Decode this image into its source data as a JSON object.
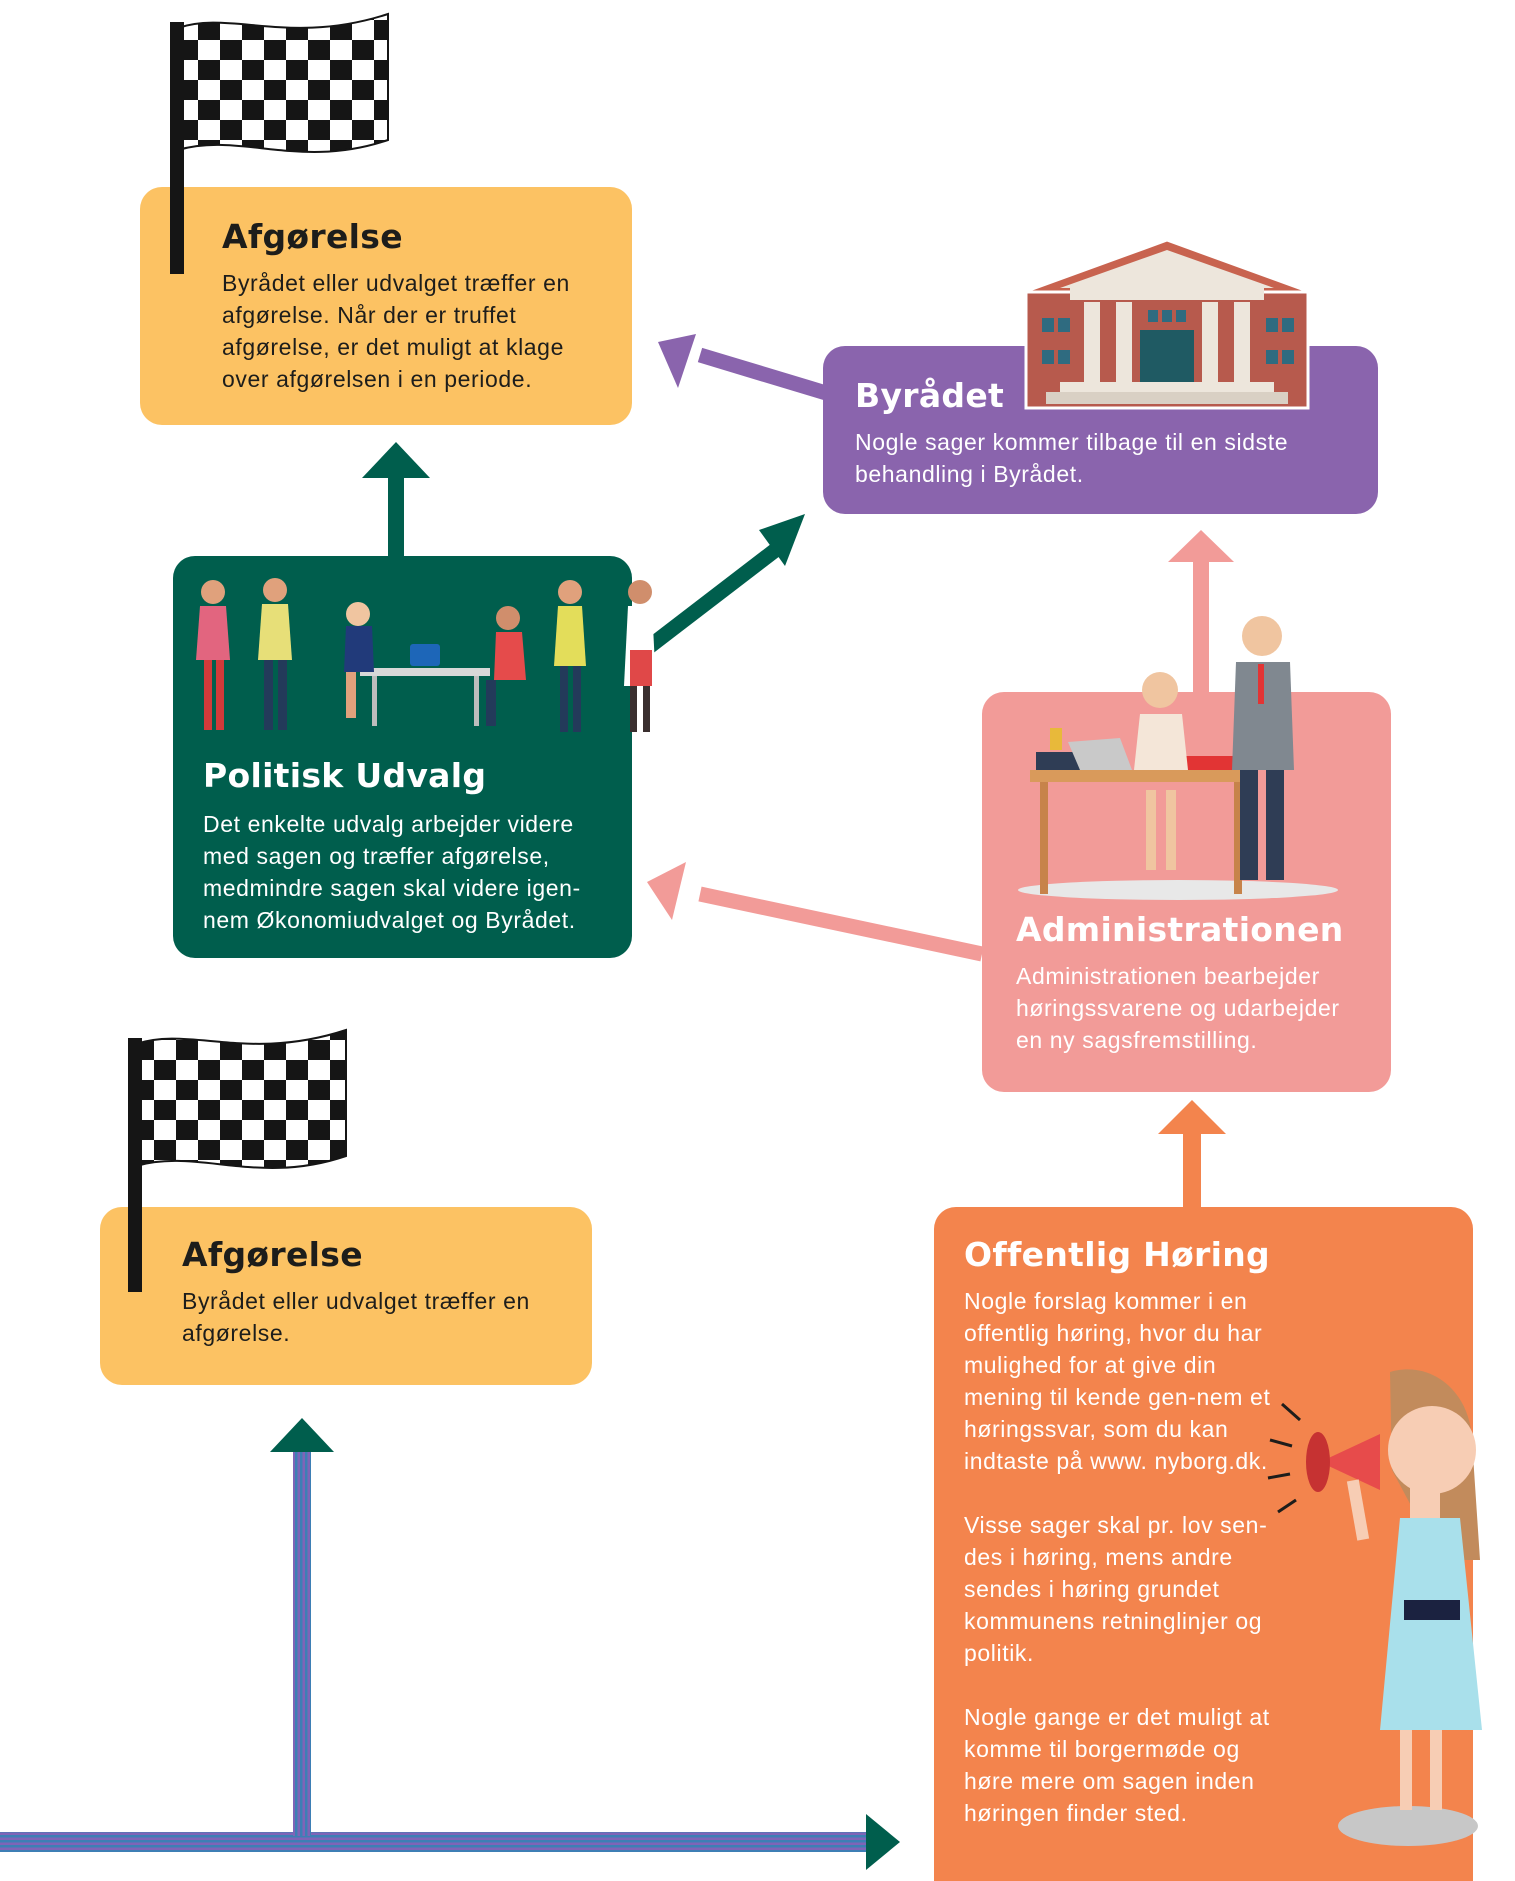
{
  "colors": {
    "yellow": "#fcc263",
    "purple": "#8a64ad",
    "green": "#005e4d",
    "pink": "#f29b98",
    "orange": "#f3844d",
    "dash_purple": "#7f64b7",
    "dash_blue": "#3d7fb5"
  },
  "boxes": {
    "afgorelse_top": {
      "title": "Afgørelse",
      "text": "Byrådet eller udvalget træffer en afgørelse. Når der er truffet afgørelse, er det muligt at klage over afgørelsen i en periode."
    },
    "byraadet": {
      "title": "Byrådet",
      "text": "Nogle sager kommer tilbage til en sidste behandling i Byrådet."
    },
    "politisk_udvalg": {
      "title": "Politisk Udvalg",
      "text": "Det enkelte udvalg arbejder videre med sagen og træffer afgørelse, medmindre sagen skal videre igen-nem Økonomiudvalget og Byrådet."
    },
    "administrationen": {
      "title": "Administrationen",
      "text": "Administrationen bearbejder høringssvarene og udarbejder en ny sagsfremstilling."
    },
    "afgorelse_bottom": {
      "title": "Afgørelse",
      "text": "Byrådet eller udvalget træffer en afgørelse."
    },
    "offentlig_horing": {
      "title": "Offentlig Høring",
      "paragraphs": [
        "Nogle forslag kommer i en offentlig høring, hvor du har mulighed for at give din mening til kende gen-nem et høringssvar, som du kan indtaste på www. nyborg.dk.",
        "Visse sager skal pr. lov sen-des i høring, mens andre sendes i høring grundet kommunens retninglinjer og politik.",
        "Nogle gange er det muligt at komme til borgermøde og høre mere om sagen inden høringen finder sted."
      ]
    }
  },
  "icons": {
    "flag_top": "checkered-flag-icon",
    "flag_bottom": "checkered-flag-icon",
    "building": "town-hall-building-icon",
    "committee": "committee-meeting-people-icon",
    "office": "office-workers-icon",
    "megaphone": "woman-with-megaphone-icon"
  }
}
